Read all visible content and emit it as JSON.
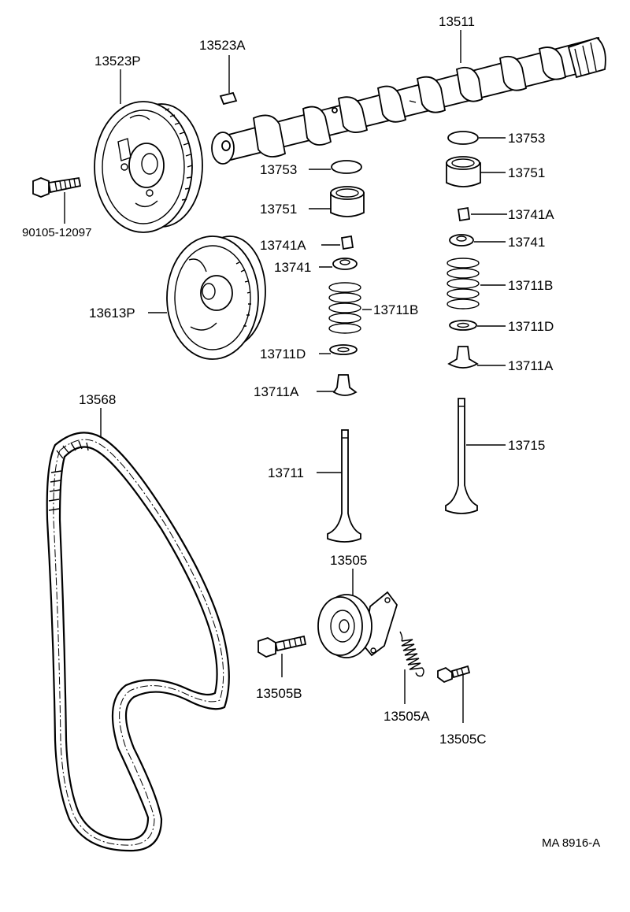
{
  "labels": {
    "camshaft": "13511",
    "straight_pin": "13523A",
    "camshaft_timing_pulley": "13523P",
    "pulley_bolt": "90105-12097",
    "crank_timing_pulley": "13613P",
    "timing_belt": "13568",
    "valve_adjusting_shim_left": "13753",
    "valve_lifter_left": "13751",
    "valve_keeper_left": "13741A",
    "valve_retainer_left": "13741",
    "valve_spring_left": "13711B",
    "spring_seat_left": "13711D",
    "valve_stem_seal_left": "13711A",
    "intake_valve": "13711",
    "valve_adjusting_shim_right": "13753",
    "valve_lifter_right": "13751",
    "valve_keeper_right": "13741A",
    "valve_retainer_right": "13741",
    "valve_spring_right": "13711B",
    "spring_seat_right": "13711D",
    "valve_stem_seal_right": "13711A",
    "exhaust_valve": "13715",
    "idler_pulley": "13505",
    "idler_bolt": "13505B",
    "tension_spring": "13505A",
    "idler_pin": "13505C"
  },
  "figure_code": "MA 8916-A"
}
